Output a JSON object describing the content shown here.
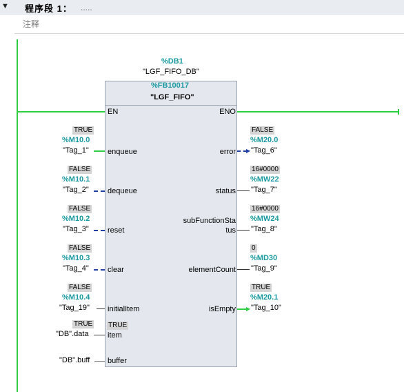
{
  "network": {
    "title": "程序段 1：",
    "dots": ".....",
    "comment": "注释"
  },
  "block": {
    "db_address": "%DB1",
    "db_name": "\"LGF_FIFO_DB\"",
    "fb_address": "%FB10017",
    "fb_name": "\"LGF_FIFO\""
  },
  "pins": {
    "en": "EN",
    "eno": "ENO",
    "enqueue": "enqueue",
    "dequeue": "dequeue",
    "reset": "reset",
    "clear": "clear",
    "initialItem": "initialItem",
    "item": "item",
    "buffer": "buffer",
    "error": "error",
    "status": "status",
    "subFunctionStatus_1": "subFunctionSta",
    "subFunctionStatus_2": "tus",
    "elementCount": "elementCount",
    "isEmpty": "isEmpty"
  },
  "inputs": {
    "enqueue": {
      "value": "TRUE",
      "address": "%M10.0",
      "tag": "\"Tag_1\""
    },
    "dequeue": {
      "value": "FALSE",
      "address": "%M10.1",
      "tag": "\"Tag_2\""
    },
    "reset": {
      "value": "FALSE",
      "address": "%M10.2",
      "tag": "\"Tag_3\""
    },
    "clear": {
      "value": "FALSE",
      "address": "%M10.3",
      "tag": "\"Tag_4\""
    },
    "initialItem": {
      "value": "FALSE",
      "address": "%M10.4",
      "tag": "\"Tag_19\""
    },
    "item": {
      "value": "TRUE",
      "tag": "\"DB\".data",
      "inner_value": "TRUE"
    },
    "buffer": {
      "tag": "\"DB\".buff"
    }
  },
  "outputs": {
    "error": {
      "value": "FALSE",
      "address": "%M20.0",
      "tag": "\"Tag_6\""
    },
    "status": {
      "value": "16#0000",
      "address": "%MW22",
      "tag": "\"Tag_7\""
    },
    "subFunctionStatus": {
      "value": "16#0000",
      "address": "%MW24",
      "tag": "\"Tag_8\""
    },
    "elementCount": {
      "value": "0",
      "address": "%MD30",
      "tag": "\"Tag_9\""
    },
    "isEmpty": {
      "value": "TRUE",
      "address": "%M20.1",
      "tag": "\"Tag_10\""
    }
  },
  "colors": {
    "rung": "#2ecc40",
    "address": "#1a9aa0",
    "false_wire": "#1f3fa6",
    "block_fill": "#e4e8ee"
  }
}
